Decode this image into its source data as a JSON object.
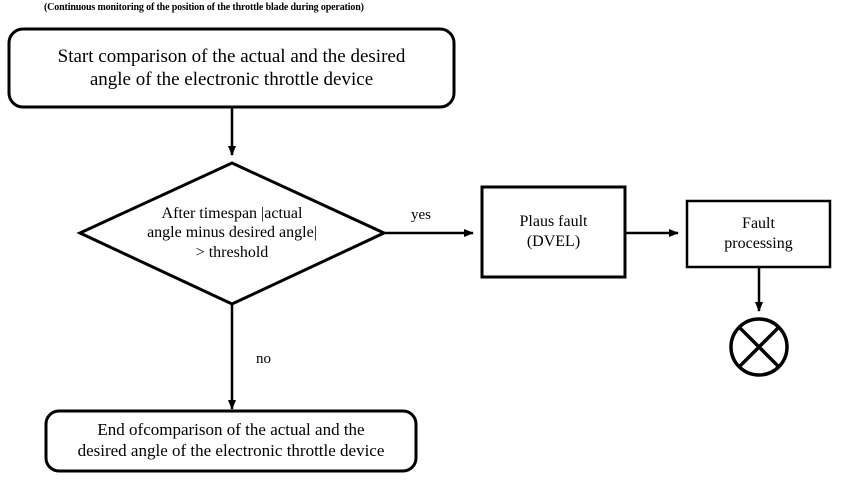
{
  "diagram": {
    "caption": "(Continuous monitoring of the position of the throttle blade during operation)",
    "type": "flowchart",
    "nodes": {
      "start": {
        "shape": "rounded-rectangle",
        "label": "Start comparison of the actual and the desired\nangle of the electronic throttle device"
      },
      "decision": {
        "shape": "diamond",
        "label": "After timespan |actual\nangle minus desired angle|\n> threshold"
      },
      "plaus_fault": {
        "shape": "rectangle",
        "label": "Plaus fault\n(DVEL)"
      },
      "fault_processing": {
        "shape": "rectangle",
        "label": "Fault\nprocessing"
      },
      "end": {
        "shape": "rounded-rectangle",
        "label": "End ofcomparison of the actual and the\ndesired angle of the electronic throttle device"
      },
      "terminator": {
        "shape": "circle-with-cross",
        "label": ""
      }
    },
    "edges": {
      "start_to_decision": {
        "label": ""
      },
      "decision_to_plaus": {
        "label": "yes"
      },
      "decision_to_end": {
        "label": "no"
      },
      "plaus_to_faultproc": {
        "label": ""
      },
      "faultproc_to_terminator": {
        "label": ""
      }
    },
    "colors": {
      "stroke": "#000000",
      "background": "#ffffff",
      "text": "#000000"
    }
  }
}
